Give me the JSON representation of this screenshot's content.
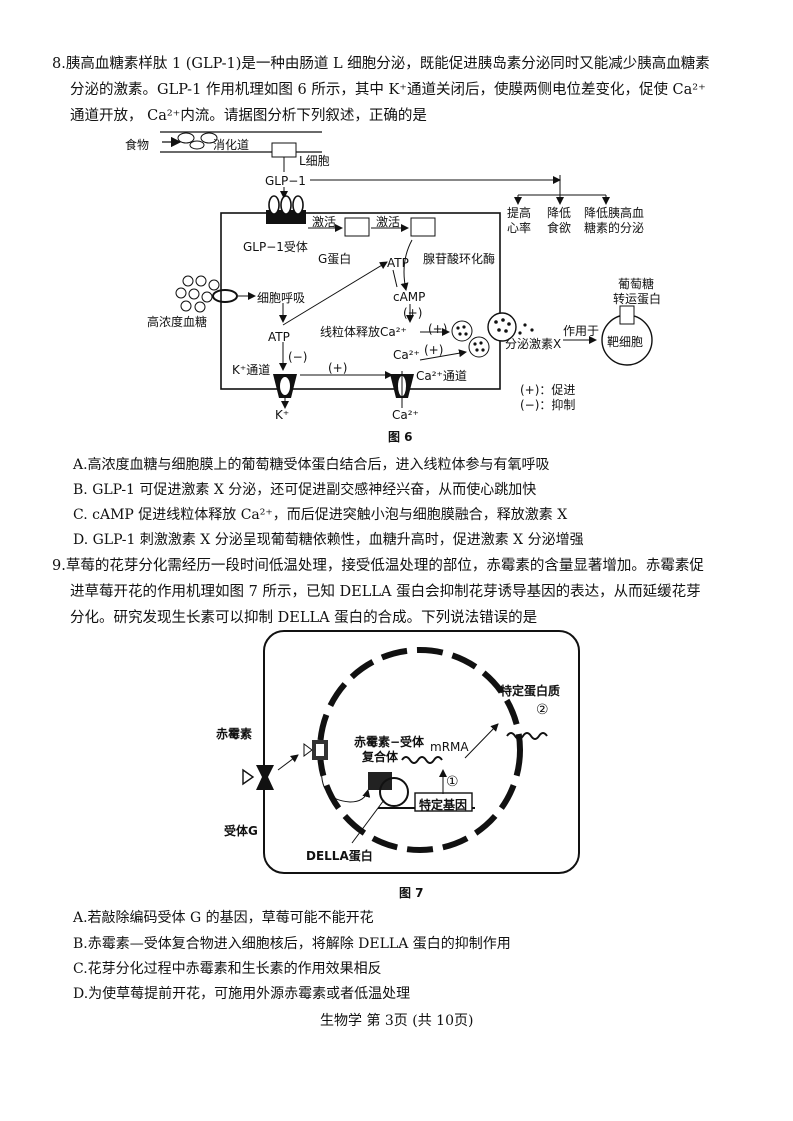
{
  "q8": {
    "line1": "8.胰高血糖素样肽 1 (GLP-1)是一种由肠道 L 细胞分泌，既能促进胰岛素分泌同时又能减少胰高血糖素",
    "line2": "分泌的激素。GLP-1 作用机理如图 6 所示，其中 K⁺通道关闭后，使膜两侧电位差变化，促使 Ca²⁺",
    "line3": "通道开放， Ca²⁺内流。请据图分析下列叙述，正确的是",
    "options": [
      "A.高浓度血糖与细胞膜上的葡萄糖受体蛋白结合后，进入线粒体参与有氧呼吸",
      "B. GLP-1 可促进激素 X 分泌，还可促进副交感神经兴奋，从而使心跳加快",
      "C. cAMP 促进线粒体释放  Ca²⁺，而后促进突触小泡与细胞膜融合，释放激素   X",
      "D. GLP-1 刺激激素 X 分泌呈现葡萄糖依赖性，血糖升高时，促进激素   X 分泌增强"
    ]
  },
  "fig6": {
    "caption": "图 6",
    "food": "食物",
    "gut": "消化道",
    "lcell": "L细胞",
    "glp1": "GLP−1",
    "receptor": "GLP−1受体",
    "activate1": "激活",
    "activate2": "激活",
    "gprotein": "G蛋白",
    "adenylate": "腺苷酸环化酶",
    "atp_top": "ATP",
    "camp": "cAMP",
    "plus_camp": "(+)",
    "respiration": "细胞呼吸",
    "high_glucose": "高浓度血糖",
    "atp_left": "ATP",
    "mito": "线粒体释放Ca²⁺",
    "plus1": "(+)",
    "plus2": "(+)",
    "ca_mid": "Ca²⁺",
    "minus": "(−)",
    "k_channel": "K⁺通道",
    "plus_k": "(+)",
    "ca_channel": "Ca²⁺通道",
    "k_out": "K⁺",
    "ca_out": "Ca²⁺",
    "secrete": "分泌激素X",
    "act_on": "作用于",
    "target": "靶细胞",
    "glut1": "葡萄糖",
    "glut2": "转运蛋白",
    "eff1a": "提高",
    "eff1b": "心率",
    "eff2a": "降低",
    "eff2b": "食欲",
    "eff3a": "降低胰高血",
    "eff3b": "糖素的分泌",
    "legend_plus": "(+)：促进",
    "legend_minus": "(−)：抑制"
  },
  "q9": {
    "line1": "9.草莓的花芽分化需经历一段时间低温处理，接受低温处理的部位，赤霉素的含量显著增加。赤霉素促",
    "line2": "进草莓开花的作用机理如图 7 所示，已知 DELLA 蛋白会抑制花芽诱导基因的表达，从而延缓花芽",
    "line3": "分化。研究发现生长素可以抑制  DELLA 蛋白的合成。下列说法错误的是",
    "options": [
      "A.若敲除编码受体 G 的基因，草莓可能不能开花",
      "B.赤霉素—受体复合物进入细胞核后，将解除  DELLA 蛋白的抑制作用",
      "C.花芽分化过程中赤霉素和生长素的作用效果相反",
      "D.为使草莓提前开花，可施用外源赤霉素或者低温处理"
    ]
  },
  "fig7": {
    "caption": "图 7",
    "gibberellin": "赤霉素",
    "receptor_g": "受体G",
    "complex1": "赤霉素−受体",
    "complex2": "复合体",
    "mrna": "mRMA",
    "step1": "①",
    "step2": "②",
    "gene": "特定基因",
    "protein": "特定蛋白质",
    "della": "DELLA蛋白"
  },
  "footer": "生物学 第 3页 (共 10页)"
}
